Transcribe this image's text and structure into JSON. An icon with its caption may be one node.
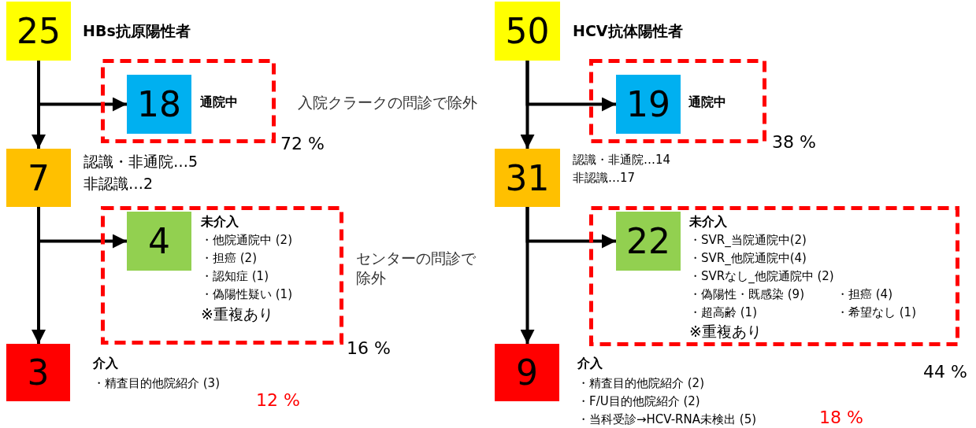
{
  "diagram": {
    "nodes": [
      {
        "text": [
          "25"
        ],
        "beside": [
          "HBs抗原陽性者"
        ]
      },
      {
        "text": [],
        "shape": "box",
        "beside": [
          "72 %"
        ]
      },
      {
        "text": [
          "18"
        ],
        "in": 1,
        "beside": [
          "通院中"
        ]
      },
      {
        "text": [
          "7"
        ],
        "beside": [
          "認識・非通院…5",
          "非認識…2"
        ]
      },
      {
        "text": [],
        "shape": "box",
        "beside": [
          "16 %"
        ]
      },
      {
        "text": [
          "4"
        ],
        "in": 4,
        "beside": [
          "未介入",
          "・他院通院中 (2)",
          "・担癌 (2)",
          "・認知症 (1)",
          "・偽陽性疑い (1)",
          "※重複あり"
        ]
      },
      {
        "text": [
          "3"
        ],
        "beside": [
          "介入",
          "・精査目的他院紹介 (3)",
          "12 %"
        ]
      },
      {
        "text": [
          "50"
        ],
        "beside": [
          "HCV抗体陽性者"
        ]
      },
      {
        "text": [],
        "shape": "box",
        "beside": [
          "38 %"
        ]
      },
      {
        "text": [
          "19"
        ],
        "in": 8,
        "beside": [
          "通院中"
        ]
      },
      {
        "text": [
          "31"
        ],
        "beside": [
          "認識・非通院…14",
          "非認識…17"
        ]
      },
      {
        "text": [],
        "shape": "box",
        "beside": [
          "44 %"
        ]
      },
      {
        "text": [
          "22"
        ],
        "in": 11,
        "beside": [
          "未介入",
          "・SVR_当院通院中(2)",
          "・SVR_他院通院中(4)",
          "・SVRなし_他院通院中 (2)",
          "・偽陽性・既感染 (9)",
          "・担癌 (4)",
          "・超高齢 (1)",
          "・希望なし (1)",
          "※重複あり"
        ]
      },
      {
        "text": [
          "9"
        ],
        "beside": [
          "介入",
          "・精査目的他院紹介 (2)",
          "・F/U目的他院紹介 (2)",
          "・当科受診→HCV-RNA未検出 (5)",
          "18 %"
        ]
      }
    ],
    "edges": [
      {
        "from": 0,
        "to": 2,
        "arrow": "to"
      },
      {
        "from": 0,
        "to": 3,
        "arrow": "to"
      },
      {
        "from": 3,
        "to": 5,
        "arrow": "to"
      },
      {
        "from": 3,
        "to": 6,
        "arrow": "to"
      },
      {
        "from": 7,
        "to": 9,
        "arrow": "to"
      },
      {
        "from": 7,
        "to": 10,
        "arrow": "to"
      },
      {
        "from": 10,
        "to": 12,
        "arrow": "to"
      },
      {
        "from": 10,
        "to": 13,
        "arrow": "to"
      }
    ],
    "labels": [
      "入院クラークの問診で除外",
      "センターの問診で除外"
    ]
  }
}
